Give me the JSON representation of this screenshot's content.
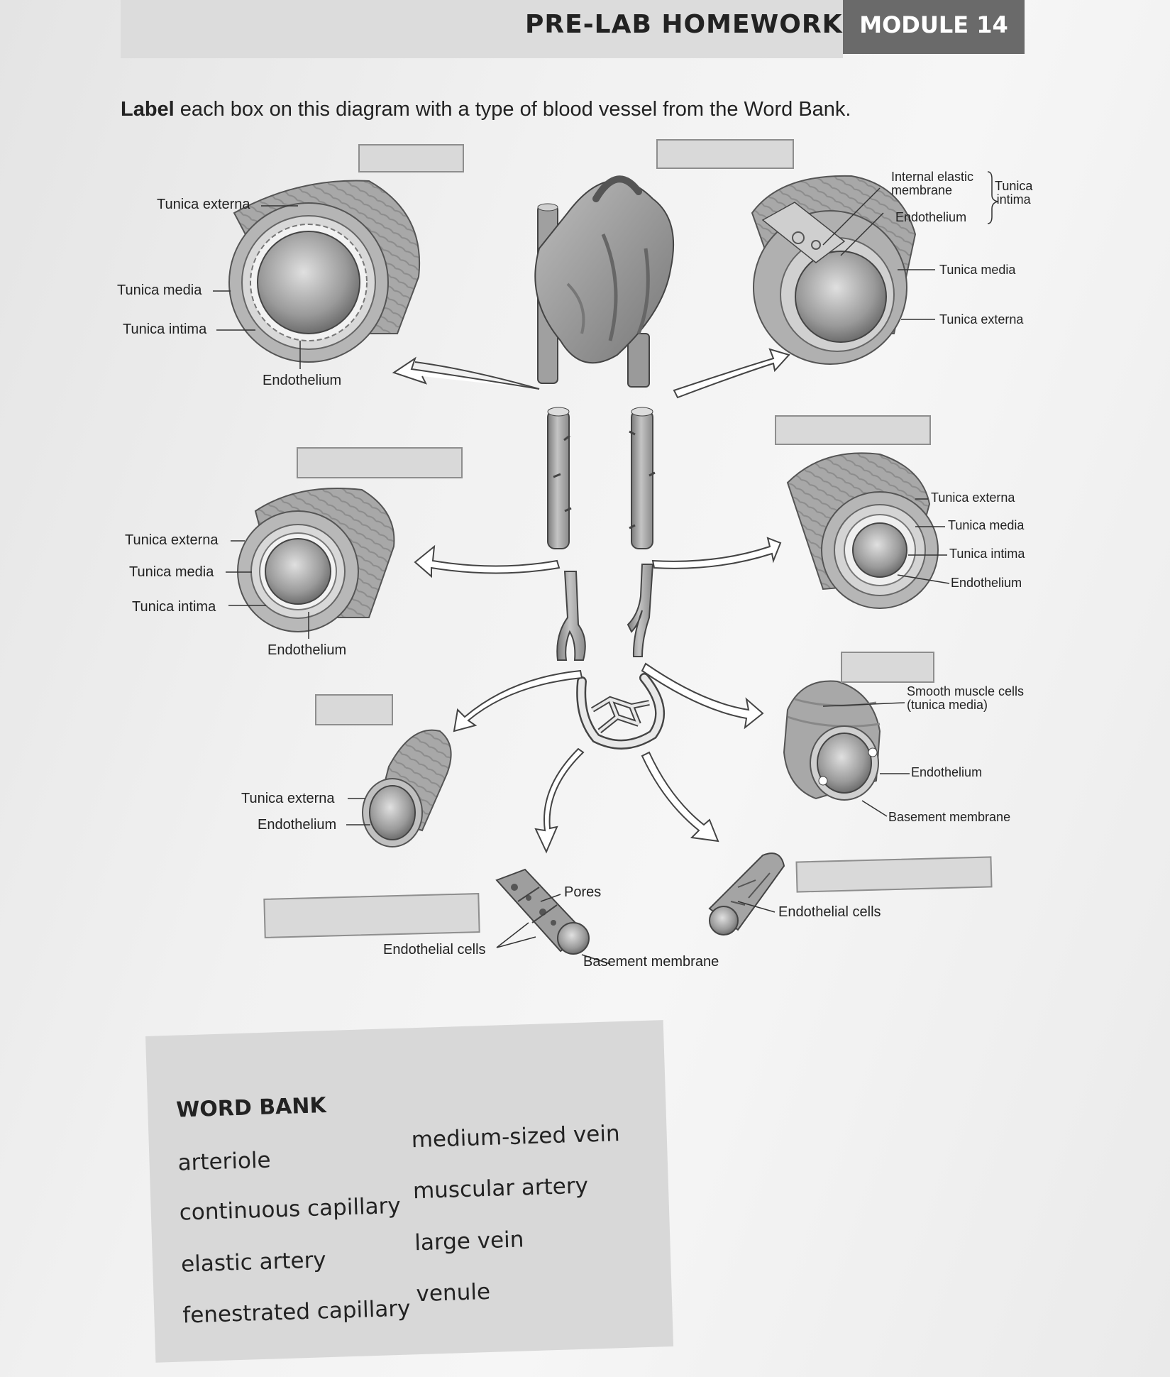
{
  "header": {
    "title": "PRE-LAB HOMEWORK",
    "module": "MODULE 14"
  },
  "instruction": {
    "bold": "Label",
    "rest": " each box on this diagram with a type of blood vessel from the Word Bank."
  },
  "labels": {
    "elastic_artery": {
      "tunica_externa": "Tunica externa",
      "tunica_media": "Tunica media",
      "tunica_intima": "Tunica intima",
      "endothelium": "Endothelium"
    },
    "large_vein": {
      "internal_elastic_line1": "Internal elastic",
      "internal_elastic_line2": "membrane",
      "endothelium": "Endothelium",
      "tunica_intima_line1": "Tunica",
      "tunica_intima_line2": "intima",
      "tunica_media": "Tunica media",
      "tunica_externa": "Tunica externa"
    },
    "muscular_artery": {
      "tunica_externa": "Tunica externa",
      "tunica_media": "Tunica media",
      "tunica_intima": "Tunica intima",
      "endothelium": "Endothelium"
    },
    "medium_vein": {
      "tunica_externa": "Tunica externa",
      "tunica_media": "Tunica media",
      "tunica_intima": "Tunica intima",
      "endothelium": "Endothelium"
    },
    "arteriole": {
      "tunica_externa": "Tunica externa",
      "endothelium": "Endothelium"
    },
    "venule": {
      "smooth_muscle_line1": "Smooth muscle cells",
      "smooth_muscle_line2": "(tunica media)",
      "endothelium": "Endothelium",
      "basement_membrane": "Basement membrane"
    },
    "fenestrated": {
      "pores": "Pores",
      "endothelial_cells": "Endothelial cells",
      "basement_membrane": "Basement membrane"
    },
    "continuous": {
      "endothelial_cells": "Endothelial cells"
    }
  },
  "word_bank": {
    "title": "WORD BANK",
    "left": [
      "arteriole",
      "continuous capillary",
      "elastic artery",
      "fenestrated capillary"
    ],
    "right": [
      "medium-sized vein",
      "muscular artery",
      "large vein",
      "venule"
    ]
  }
}
